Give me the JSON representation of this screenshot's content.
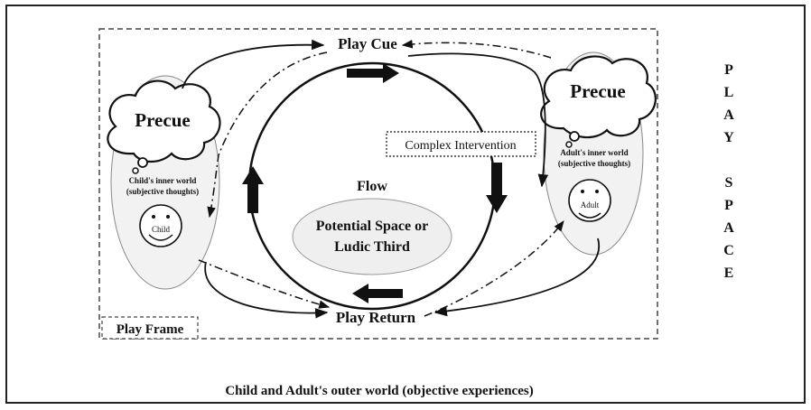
{
  "play_cue": "Play Cue",
  "play_return": "Play Return",
  "flow": "Flow",
  "potential_space_line1": "Potential Space or",
  "potential_space_line2": "Ludic Third",
  "complex_intervention": "Complex Intervention",
  "child_precue": "Precue",
  "adult_precue": "Precue",
  "child_world_line1": "Child's inner world",
  "child_world_line2": "(subjective thoughts)",
  "adult_world_line1": "Adult's inner world",
  "adult_world_line2": "(subjective thoughts)",
  "child_face_label": "Child",
  "adult_face_label": "Adult",
  "play_frame": "Play Frame",
  "play_space_letters": [
    "P",
    "L",
    "A",
    "Y",
    "",
    "S",
    "P",
    "A",
    "C",
    "E"
  ],
  "outer_world_caption": "Child and Adult's outer world (objective experiences)"
}
